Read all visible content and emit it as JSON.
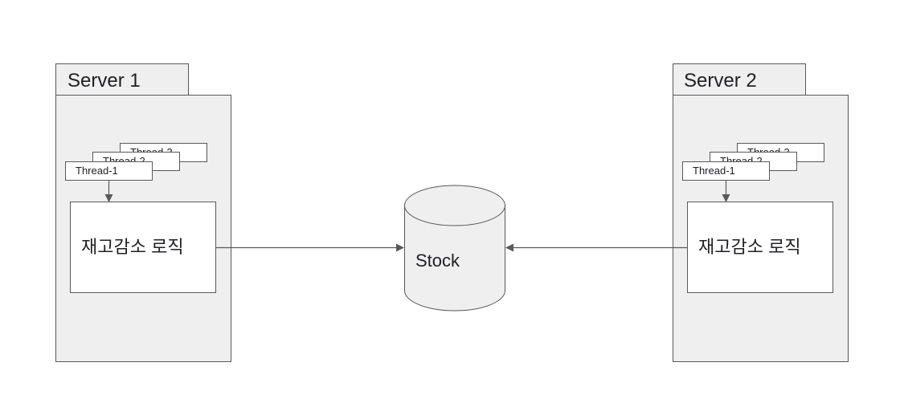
{
  "colors": {
    "server_fill": "#efefef",
    "stroke": "#595959",
    "box_fill": "#ffffff",
    "arrow": "#595959"
  },
  "servers": [
    {
      "title": "Server 1",
      "threads": [
        "Thread-3",
        "Thread-2",
        "Thread-1"
      ],
      "logic_label": "재고감소 로직"
    },
    {
      "title": "Server 2",
      "threads": [
        "Thread-3",
        "Thread-2",
        "Thread-1"
      ],
      "logic_label": "재고감소 로직"
    }
  ],
  "database": {
    "label": "Stock"
  }
}
